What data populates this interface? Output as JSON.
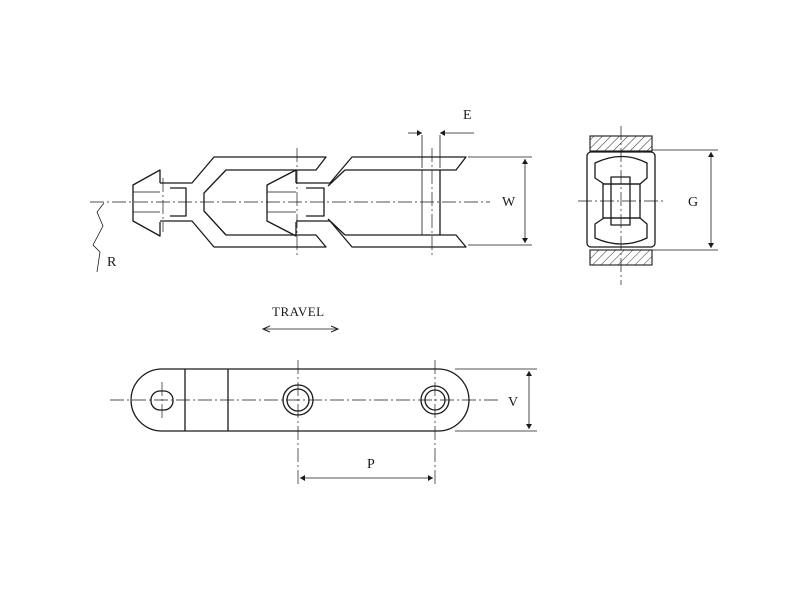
{
  "labels": {
    "e": "E",
    "w": "W",
    "r": "R",
    "g": "G",
    "travel": "TRAVEL",
    "v": "V",
    "p": "P"
  },
  "colors": {
    "line": "#1a1a1a",
    "background": "#ffffff"
  },
  "icons": {
    "travel_arrow": "double-headed-arrow-icon"
  }
}
